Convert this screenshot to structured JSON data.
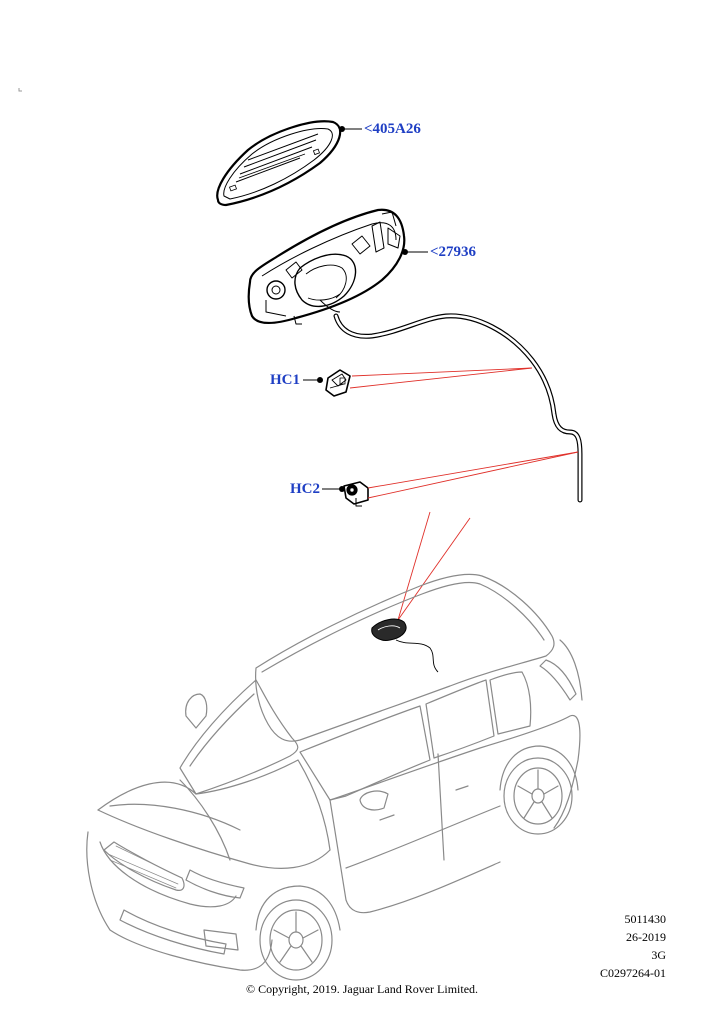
{
  "callouts": {
    "visor_part": "<405A26",
    "housing_part": "<27936",
    "hc1": "HC1",
    "hc2": "HC2"
  },
  "reference": {
    "line1": "5011430",
    "line2": "26-2019",
    "line3": "3G",
    "line4": "C0297264-01"
  },
  "copyright": "© Copyright, 2019. Jaguar Land Rover Limited.",
  "colors": {
    "callout_text": "#1f3fc4",
    "leader_red": "#e0302a",
    "outline": "#000000",
    "car_outline": "#8a8a8a"
  }
}
